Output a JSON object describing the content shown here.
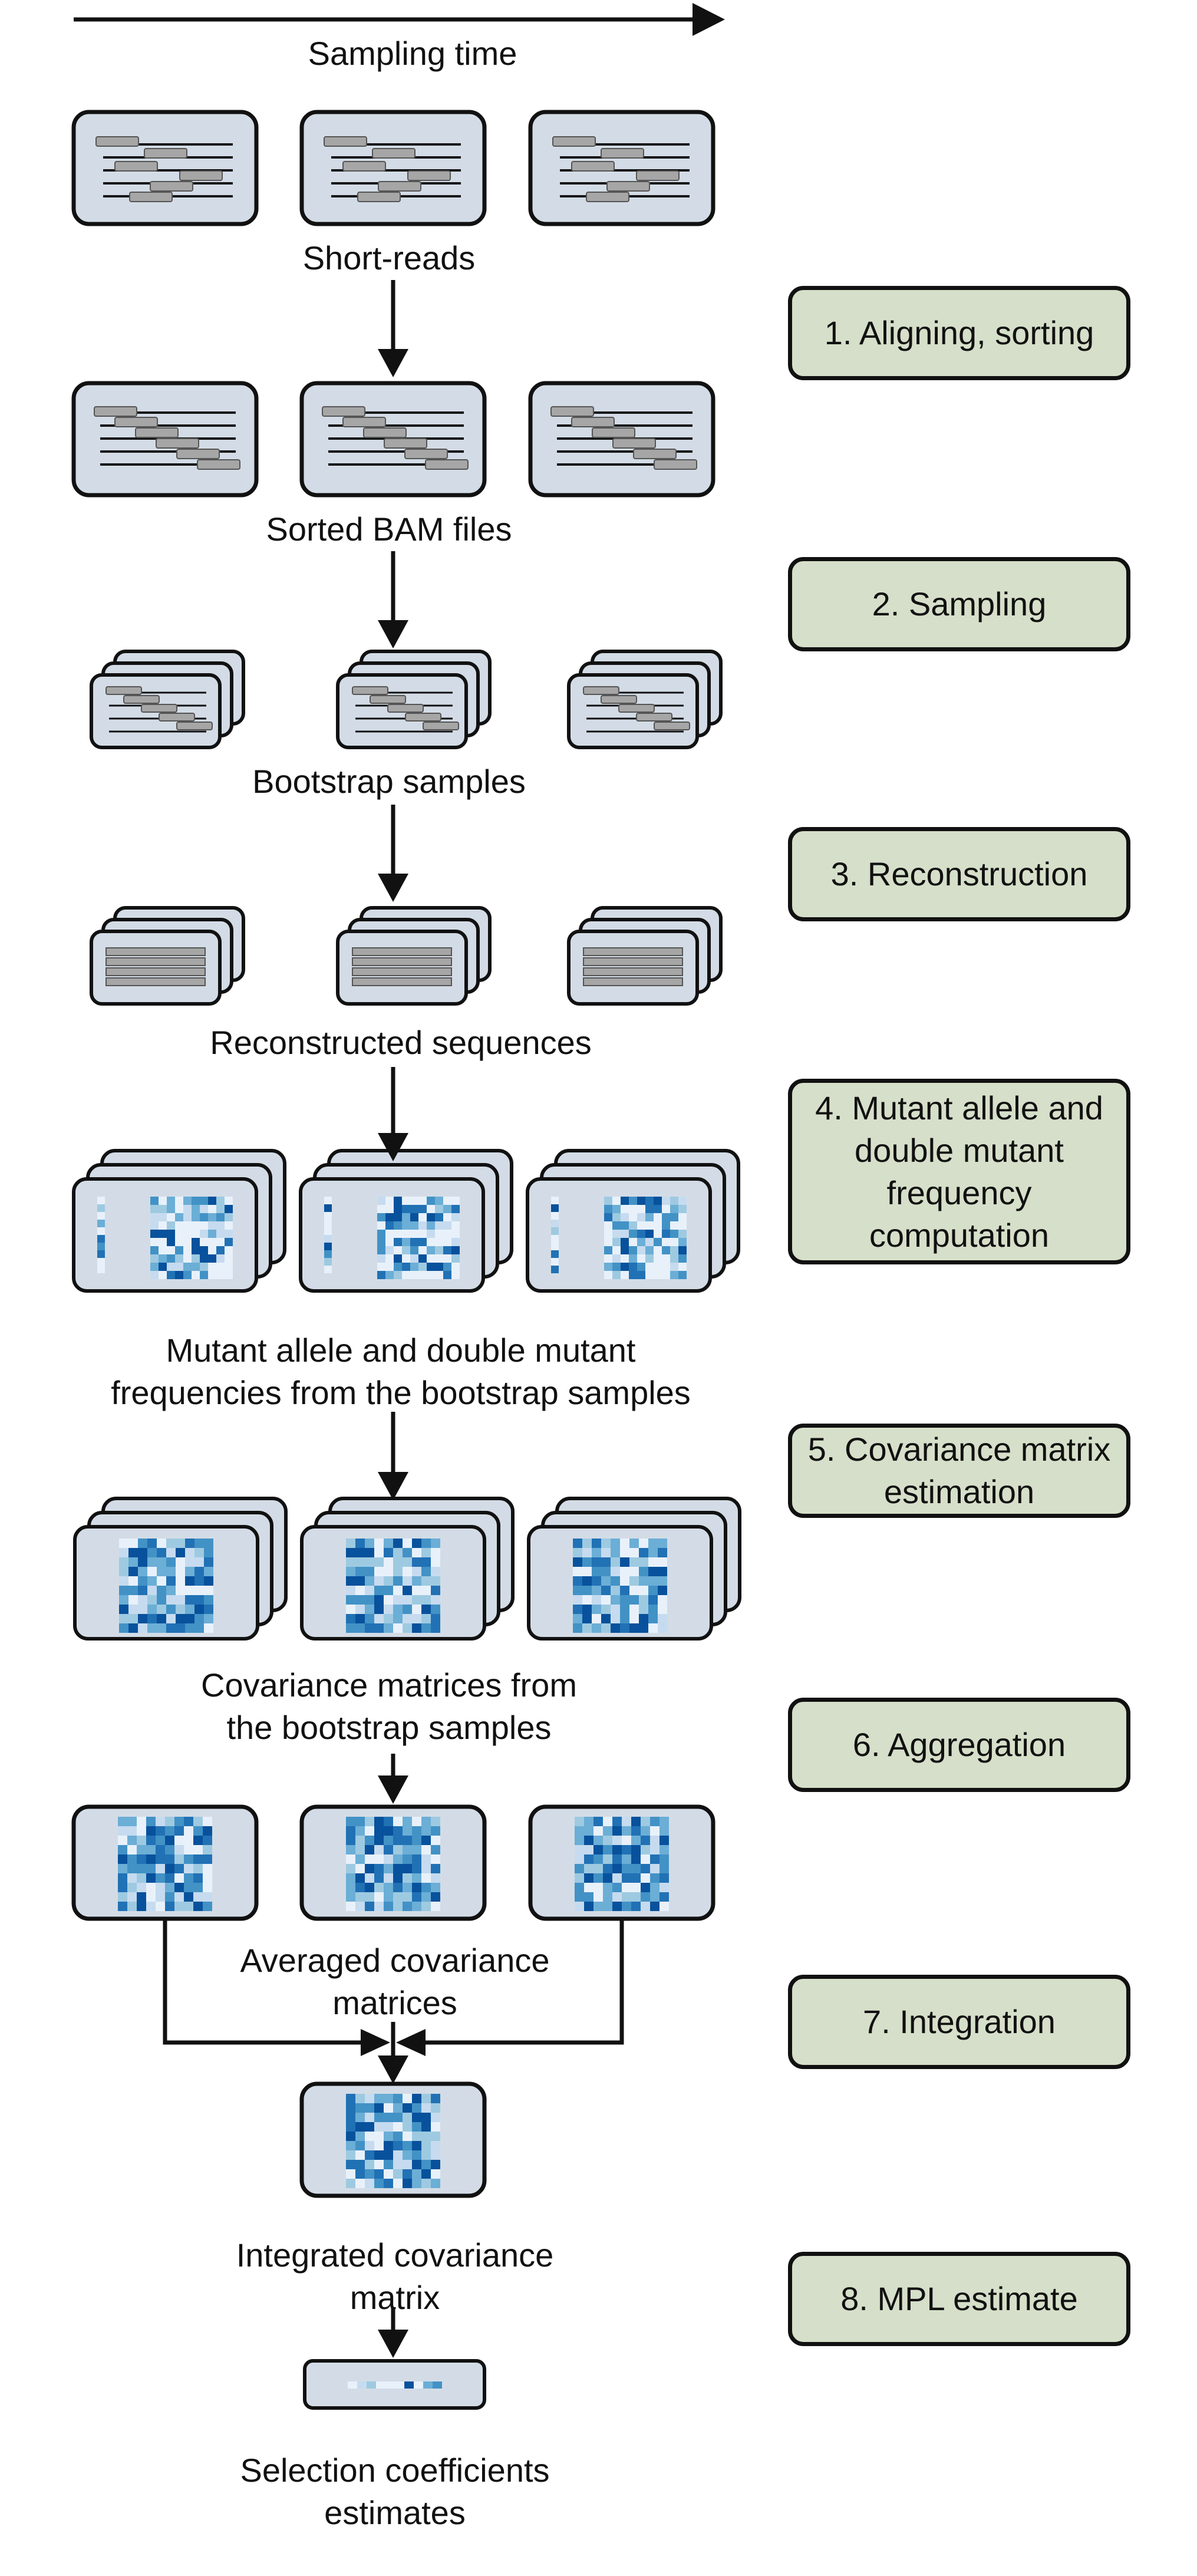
{
  "axis": {
    "label": "Sampling time"
  },
  "stage_labels": {
    "short_reads": "Short-reads",
    "sorted_bam": "Sorted BAM files",
    "bootstrap": "Bootstrap samples",
    "reconstructed": "Reconstructed sequences",
    "frequencies": "Mutant allele and double mutant frequencies from the bootstrap samples",
    "covariance": "Covariance matrices from the bootstrap samples",
    "averaged": "Averaged covariance matrices",
    "integrated": "Integrated covariance matrix",
    "selection": "Selection coefficients estimates"
  },
  "steps": [
    {
      "label": "1. Aligning, sorting"
    },
    {
      "label": "2. Sampling"
    },
    {
      "label": "3. Reconstruction"
    },
    {
      "label": "4. Mutant allele and double mutant frequency computation"
    },
    {
      "label": "5. Covariance matrix estimation"
    },
    {
      "label": "6. Aggregation"
    },
    {
      "label": "7. Integration"
    },
    {
      "label": "8. MPL estimate"
    }
  ],
  "colors": {
    "panel": "#d3dce6",
    "step": "#d6dfc9",
    "read": "#a6a6a6",
    "heat_palette": [
      "#e8f1fa",
      "#c6dbef",
      "#9ecae1",
      "#6baed6",
      "#4292c6",
      "#2171b5",
      "#08519c"
    ]
  }
}
